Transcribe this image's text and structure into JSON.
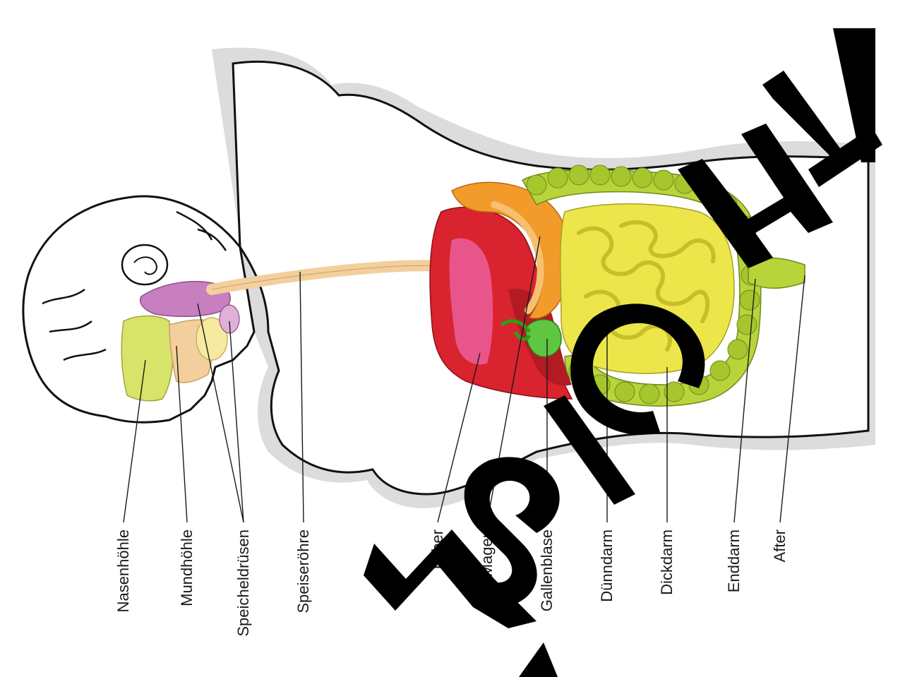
{
  "diagram": {
    "labels": {
      "nasenhoehle": "Nasenhöhle",
      "mundhoehle": "Mundhöhle",
      "speicheldruesen": "Speicheldrüsen",
      "speiseroehre": "Speiseröhre",
      "leber": "Leber",
      "magen": "Magen",
      "gallenblase": "Gallenblase",
      "duenndarm": "Dünndarm",
      "dickdarm": "Dickdarm",
      "enddarm": "Enddarm",
      "after": "After"
    },
    "watermark": "ANSICHT"
  },
  "colors": {
    "body_outline": "#111111",
    "body_shadow": "#c9c9c9",
    "esophagus": "#f2cf9c",
    "liver": "#d9232e",
    "liver_highlight": "#e8558a",
    "stomach": "#f29b2a",
    "gallbladder": "#5ec640",
    "small_intestine": "#ece64a",
    "large_intestine": "#b8d43a",
    "salivary": "#c77fc0",
    "nasal": "#d8e36a",
    "watermark": "#000000"
  }
}
